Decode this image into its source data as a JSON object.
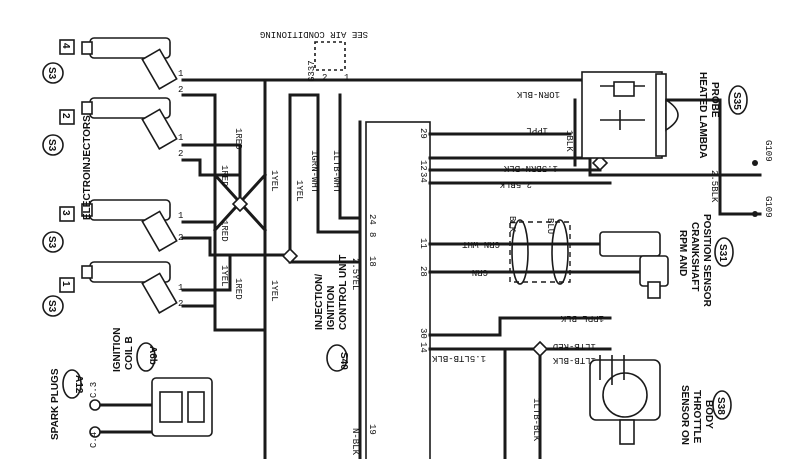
{
  "diagram": {
    "injectors_title": "ELECTROINJECTORS",
    "injectors": [
      {
        "num": "4",
        "id": "S3"
      },
      {
        "num": "2",
        "id": "S3"
      },
      {
        "num": "3",
        "id": "S3"
      },
      {
        "num": "1",
        "id": "S3"
      }
    ],
    "injector_pins": [
      "1",
      "2"
    ],
    "wires_left": {
      "red_top": "1RED",
      "red_mid": "1RED",
      "red_low": "1RED",
      "yel_top": "1YEL",
      "yel_mid": "1YEL",
      "yel_low1": "1YEL",
      "yel_low2": "1YEL"
    },
    "air_conditioning": {
      "label": "SEE AIR CONDITIONING",
      "connector": "G337",
      "pins": [
        "2",
        "1"
      ]
    },
    "ecu_wires": {
      "grn_wht": "1GRN-WHT",
      "ltb_wht": "1LTB-WHT",
      "yel_2_5": "2.5YEL",
      "blk_bottom": "N-BLK"
    },
    "ecu_pins_left": {
      "p24": "24",
      "p8": "8",
      "p18": "18",
      "p19": "19"
    },
    "ecu": {
      "title_line1": "INJECTION/",
      "title_line2": "IGNITION",
      "title_line3": "CONTROL UNIT",
      "id": "S40"
    },
    "ecu_pins_right": [
      "29",
      "12",
      "34",
      "11",
      "28",
      "30",
      "14"
    ],
    "right_wires": {
      "orn_blk": "1ORN-BLK",
      "ppl": "1PPL",
      "blk_probe": "1BLK",
      "brn_blk": "1.5BRN-BLK",
      "blk_2_5": "2.5BLK",
      "blk_2_5_right": "2.5BLK",
      "grn_wht": "GRN-WHT",
      "grn": "GRN",
      "blk": "BLK",
      "blu": "BLU",
      "ppl_blk": "1PPL-BLK",
      "ltb_red": "1LTB-RED",
      "ltb_blk": "1.5LTB-BLK",
      "ltb_blk_short": "1LTB-BLK",
      "ltb_blk_vert": "1LTB-BLK"
    },
    "grounds": {
      "g1": "G109",
      "g2": "G109"
    },
    "lambda": {
      "line1": "HEATED LAMBDA",
      "line2": "PROBE",
      "id": "S35"
    },
    "rpm": {
      "line1": "RPM AND",
      "line2": "CRANKSHAFT",
      "line3": "POSITION SENSOR",
      "id": "S31"
    },
    "throttle": {
      "line1": "SENSOR ON",
      "line2": "THROTTLE",
      "line3": "BODY",
      "id": "S38"
    },
    "ignition_coil": {
      "line1": "IGNITION",
      "line2": "COIL B",
      "id": "A6b"
    },
    "spark": {
      "title": "SPARK PLUGS",
      "id": "A12",
      "c3": "C.3",
      "c4": "C.4"
    }
  }
}
